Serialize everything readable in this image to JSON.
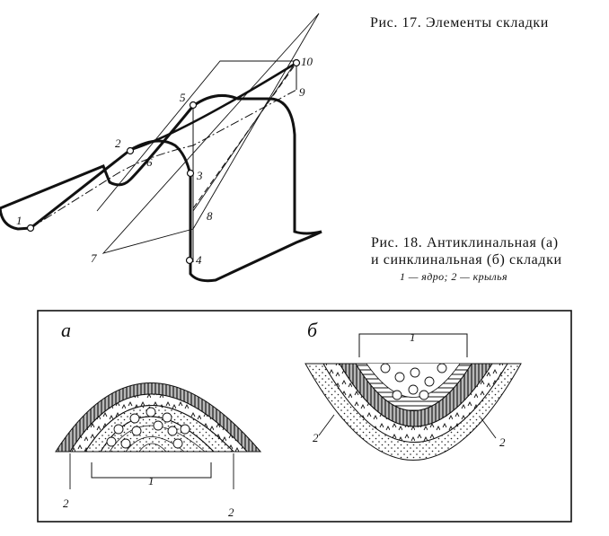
{
  "figure17": {
    "caption": "Рис. 17. Элементы складки",
    "point_labels": [
      "1",
      "2",
      "3",
      "4",
      "5",
      "6",
      "7",
      "8",
      "9",
      "10"
    ]
  },
  "figure18": {
    "caption_line1": "Рис. 18. Антиклинальная (а)",
    "caption_line2": "и синклинальная (б) складки",
    "legend": "1 — ядро; 2 — крылья",
    "panel_a": {
      "letter": "а",
      "core_label": "1",
      "wing_left": "2",
      "wing_right": "2"
    },
    "panel_b": {
      "letter": "б",
      "core_label": "1",
      "wing_left": "2",
      "wing_right": "2"
    }
  }
}
